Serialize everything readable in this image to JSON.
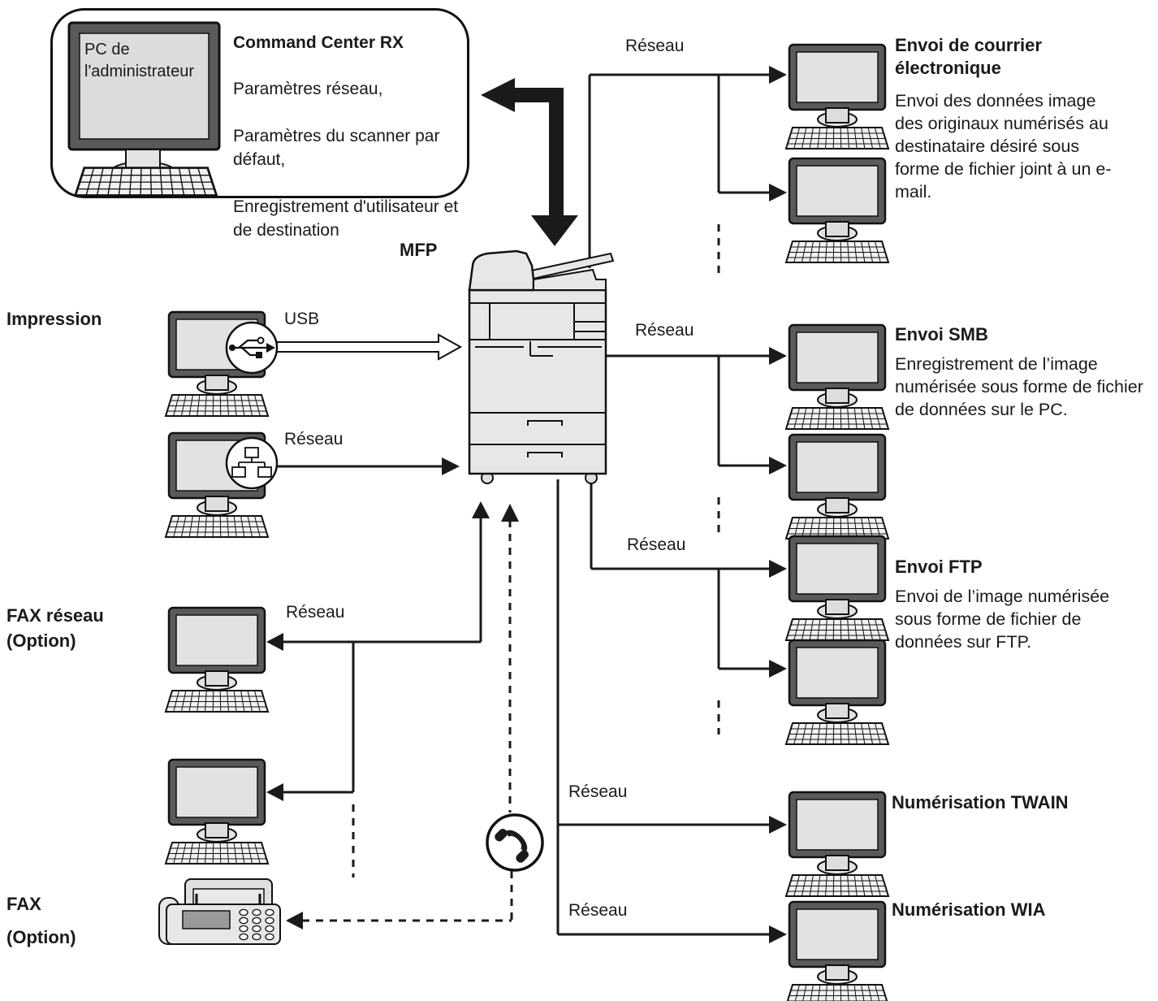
{
  "colors": {
    "line": "#1a1a1a",
    "device_fill": "#e7e7e7",
    "monitor_bezel": "#5a5a5a",
    "monitor_screen": "#e2e2e2"
  },
  "admin_box": {
    "pc_screen_label": "PC de l'administrateur",
    "title": "Command Center RX",
    "items": [
      "Paramètres réseau,",
      "Paramètres du scanner par défaut,",
      "Enregistrement d'utilisateur et de destination"
    ]
  },
  "mfp": {
    "label": "MFP"
  },
  "labels": {
    "network": "Réseau",
    "usb": "USB"
  },
  "groups": {
    "impression": {
      "label": "Impression"
    },
    "fax_network": {
      "label": "FAX réseau",
      "option": "(Option)"
    },
    "fax": {
      "label": "FAX",
      "option": "(Option)"
    },
    "email": {
      "title": "Envoi de courrier électronique",
      "description": "Envoi des données image des originaux numérisés au destinataire désiré sous forme de fichier joint à un e-mail."
    },
    "smb": {
      "title": "Envoi SMB",
      "description": "Enregistrement de l’image numérisée sous forme de fichier de données sur le PC."
    },
    "ftp": {
      "title": "Envoi FTP",
      "description": "Envoi de l’image numérisée sous forme de fichier de données sur FTP."
    },
    "twain": {
      "title": "Numérisation TWAIN"
    },
    "wia": {
      "title": "Numérisation WIA"
    }
  }
}
